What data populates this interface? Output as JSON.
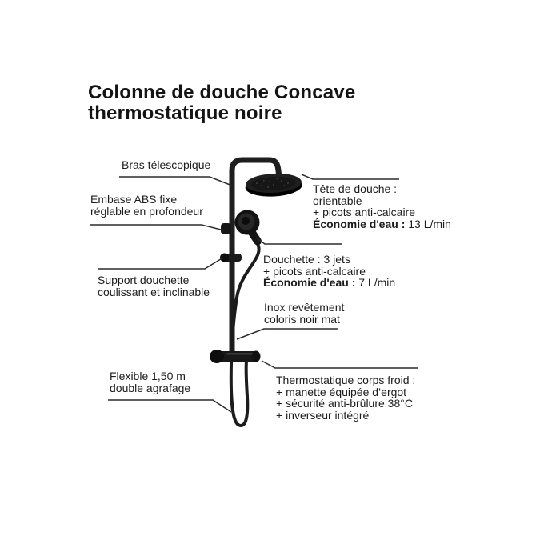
{
  "title": {
    "line1": "Colonne de douche Concave",
    "line2": "thermostatique noire"
  },
  "product": {
    "name": "colonne de douche thermostatique noire",
    "main_color": "#1a1a1a",
    "background": "#ffffff"
  },
  "annotations": {
    "bras": {
      "line1": "Bras télescopique"
    },
    "embase": {
      "line1": "Embase ABS fixe",
      "line2": "réglable en profondeur"
    },
    "support": {
      "line1": "Support douchette",
      "line2": "coulissant et inclinable"
    },
    "flexible": {
      "line1": "Flexible 1,50 m",
      "line2": "double agrafage"
    },
    "tete": {
      "line1": "Tête de douche :",
      "line2": "orientable",
      "line3": "+ picots anti-calcaire",
      "eco_label": "Économie d'eau :",
      "eco_value": " 13 L/min"
    },
    "douchette": {
      "line1": "Douchette : 3 jets",
      "line2": "+ picots anti-calcaire",
      "eco_label": "Économie d'eau :",
      "eco_value": " 7 L/min"
    },
    "inox": {
      "line1": "Inox revêtement",
      "line2": "coloris noir mat"
    },
    "thermo": {
      "line1": "Thermostatique corps froid :",
      "line2": "+ manette équipée d’ergot",
      "line3": "+ sécurité anti-brûlure 38°C",
      "line4": "+ inverseur intégré"
    }
  }
}
